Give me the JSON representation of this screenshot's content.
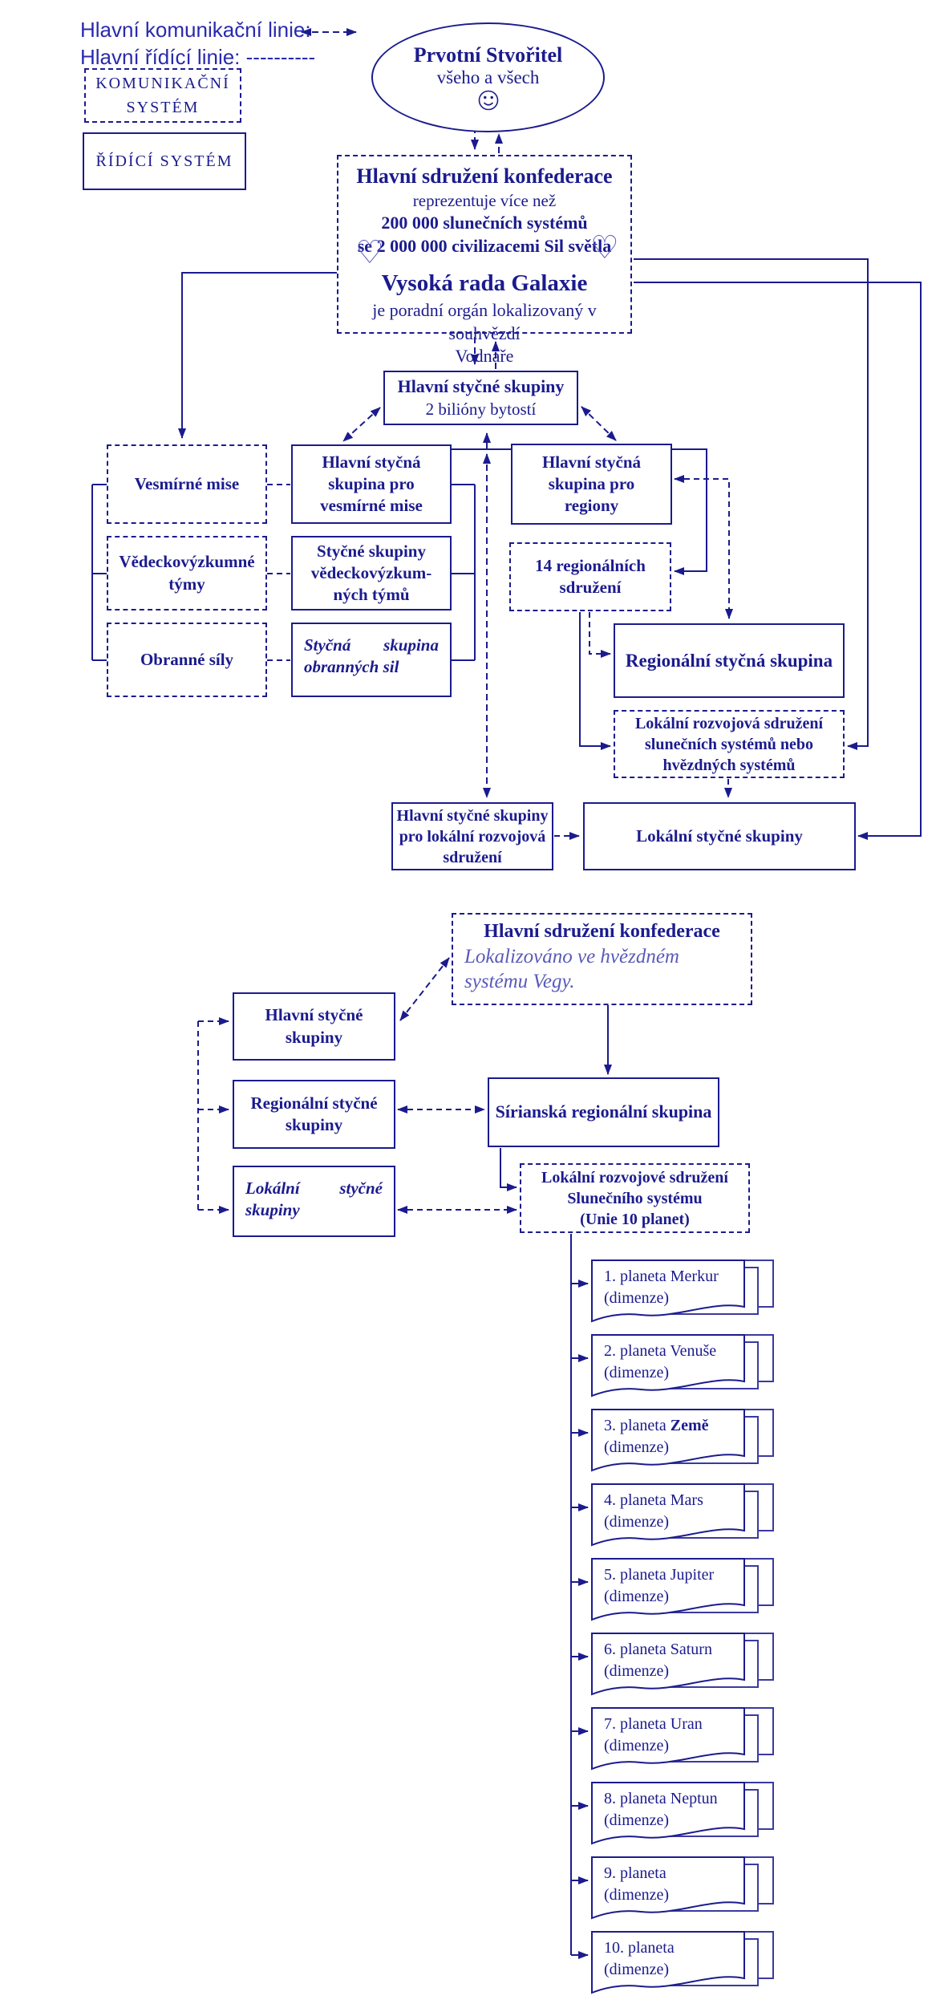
{
  "colors": {
    "ink": "#1b1b8e",
    "legend_text": "#2a2aae",
    "muted_italic": "#5a5ab8",
    "heart_outline": "#5c5cc0"
  },
  "legend": {
    "communication_label": "Hlavní komunikační linie:",
    "control_label": "Hlavní řídící linie: ----------",
    "communication_system": {
      "lines": [
        "KOMUNIKAČNÍ",
        "SYSTÉM"
      ]
    },
    "control_system": {
      "label": "ŘÍDÍCÍ SYSTÉM"
    }
  },
  "creator": {
    "title": "Prvotní Stvořitel",
    "subtitle": "všeho a všech"
  },
  "confederation": {
    "title": "Hlavní sdružení konfederace",
    "lines": [
      "reprezentuje více než",
      "200 000 slunečních systémů",
      "se  2 000 000 civilizacemi Sil světla"
    ],
    "council_title": "Vysoká rada Galaxie",
    "council_lines": [
      "je poradní orgán lokalizovaný v souhvězdí",
      "Vodnáře"
    ],
    "heart": "♡"
  },
  "diagram1": {
    "main_liaison": {
      "title": "Hlavní styčné skupiny",
      "subtitle": "2 bilióny bytostí"
    },
    "left_boxes": [
      {
        "lines": [
          "Vesmírné mise"
        ]
      },
      {
        "lines": [
          "Vědeckovýzkumné",
          "týmy"
        ]
      },
      {
        "lines": [
          "Obranné síly"
        ]
      }
    ],
    "mid_boxes": [
      {
        "lines": [
          "Hlavní styčná",
          "skupina pro",
          "vesmírné mise"
        ]
      },
      {
        "lines": [
          "Styčné skupiny",
          "vědeckovýzkum-",
          "ných týmů"
        ]
      }
    ],
    "defense_liaison": {
      "word1": "Styčná",
      "word2": "skupina",
      "line2": "obranných sil"
    },
    "regions": {
      "lines": [
        "Hlavní styčná",
        "skupina pro",
        "regiony"
      ]
    },
    "regional14": {
      "lines": [
        "14 regionálních",
        "sdružení"
      ]
    },
    "regional_liaison": {
      "lines": [
        "Regionální styčná skupina"
      ]
    },
    "local_dev": {
      "lines": [
        "Lokální rozvojová sdružení",
        "slunečních systémů nebo",
        "hvězdných systémů"
      ]
    },
    "main_local_liaison": {
      "lines": [
        "Hlavní styčné skupiny",
        "pro lokální rozvojová",
        "sdružení"
      ]
    },
    "local_liaison": {
      "lines": [
        "Lokální styčné skupiny"
      ]
    }
  },
  "diagram2": {
    "confederation": {
      "title": "Hlavní sdružení konfederace",
      "subtitle": "Lokalizováno ve hvězdném systému Vegy."
    },
    "main_liaison": {
      "lines": [
        "Hlavní styčné",
        "skupiny"
      ]
    },
    "regional_liaison": {
      "lines": [
        "Regionální styčné",
        "skupiny"
      ]
    },
    "local_liaison": {
      "word1": "Lokální",
      "word2": "styčné",
      "line2": "skupiny"
    },
    "sirius": {
      "lines": [
        "Sírianská regionální skupina"
      ]
    },
    "local_dev": {
      "lines": [
        "Lokální rozvojové sdružení",
        "Slunečního systému",
        "(Unie 10 planet)"
      ]
    },
    "planets": [
      {
        "line1": "1. planeta Merkur",
        "line2": "(dimenze)"
      },
      {
        "line1": "2. planeta Venuše",
        "line2": "(dimenze)"
      },
      {
        "line1": "3. planeta ",
        "bold": "Země",
        "line2": "(dimenze)"
      },
      {
        "line1": "4. planeta Mars",
        "line2": "(dimenze)"
      },
      {
        "line1": "5. planeta Jupiter",
        "line2": "(dimenze)"
      },
      {
        "line1": "6. planeta Saturn",
        "line2": "(dimenze)"
      },
      {
        "line1": "7. planeta Uran",
        "line2": "(dimenze)"
      },
      {
        "line1": "8. planeta Neptun",
        "line2": "(dimenze)"
      },
      {
        "line1": "9. planeta",
        "line2": "(dimenze)"
      },
      {
        "line1": "10. planeta",
        "line2": "(dimenze)"
      }
    ]
  }
}
